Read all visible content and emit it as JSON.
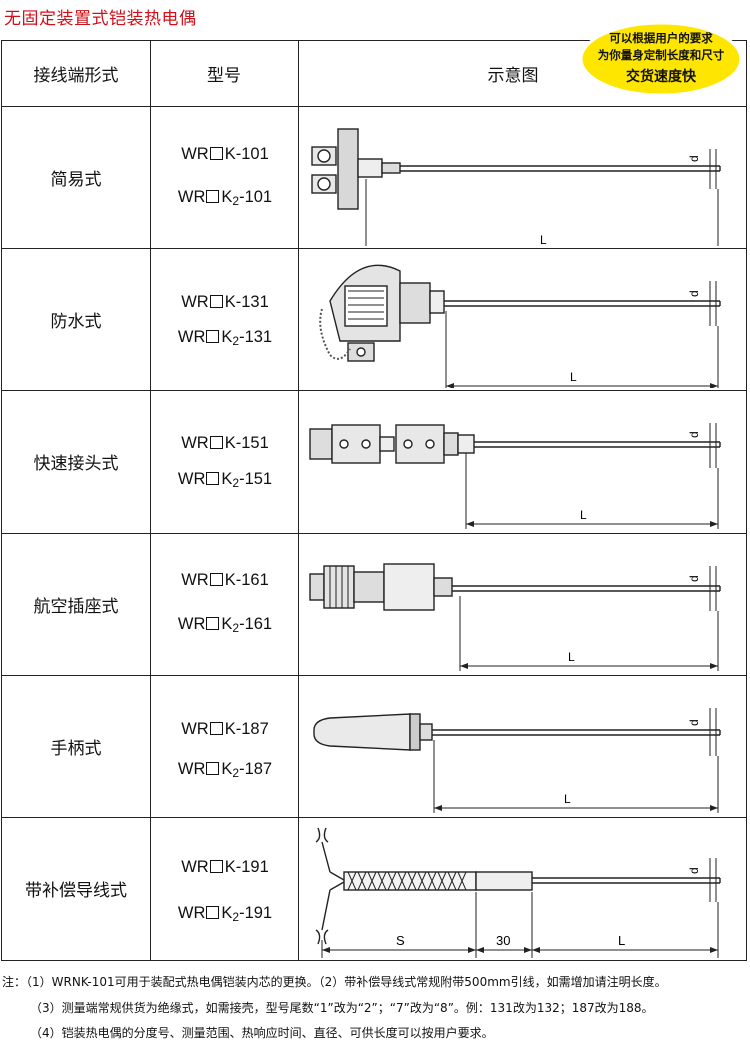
{
  "title": "无固定装置式铠装热电偶",
  "badge": {
    "line1": "可以根据用户的要求",
    "line2": "为你量身定制长度和尺寸",
    "line3": "交货速度快",
    "color": "#ffe600"
  },
  "headers": {
    "form": "接线端形式",
    "model": "型号",
    "diagram": "示意图"
  },
  "rows": [
    {
      "form": "简易式",
      "model_a": {
        "pre": "WR",
        "post": "K-101"
      },
      "model_b": {
        "pre": "WR",
        "post": "K",
        "sub": "2",
        "suffix": "-101"
      },
      "dim_d": "d",
      "dim_l": "L"
    },
    {
      "form": "防水式",
      "model_a": {
        "pre": "WR",
        "post": "K-131"
      },
      "model_b": {
        "pre": "WR",
        "post": "K",
        "sub": "2",
        "suffix": "-131"
      },
      "dim_d": "d",
      "dim_l": "L"
    },
    {
      "form": "快速接头式",
      "model_a": {
        "pre": "WR",
        "post": "K-151"
      },
      "model_b": {
        "pre": "WR",
        "post": "K",
        "sub": "2",
        "suffix": "-151"
      },
      "dim_d": "d",
      "dim_l": "L"
    },
    {
      "form": "航空插座式",
      "model_a": {
        "pre": "WR",
        "post": "K-161"
      },
      "model_b": {
        "pre": "WR",
        "post": "K",
        "sub": "2",
        "suffix": "-161"
      },
      "dim_d": "d",
      "dim_l": "L"
    },
    {
      "form": "手柄式",
      "model_a": {
        "pre": "WR",
        "post": "K-187"
      },
      "model_b": {
        "pre": "WR",
        "post": "K",
        "sub": "2",
        "suffix": "-187"
      },
      "dim_d": "d",
      "dim_l": "L"
    },
    {
      "form": "带补偿导线式",
      "model_a": {
        "pre": "WR",
        "post": "K-191"
      },
      "model_b": {
        "pre": "WR",
        "post": "K",
        "sub": "2",
        "suffix": "-191"
      },
      "dim_d": "d",
      "dim_l": "L",
      "dim_s": "S",
      "dim_30": "30"
    }
  ],
  "notes": [
    "注：（1）WRNK-101可用于装配式热电偶铠装内芯的更换。（2）带补偿导线式常规附带500mm引线，如需增加请注明长度。",
    "（3）测量端常规供货为绝缘式，如需接壳，型号尾数“1”改为“2”；“7”改为“8”。例：131改为132；187改为188。",
    "（4）铠装热电偶的分度号、测量范围、热响应时间、直径、可供长度可以按用户要求。"
  ]
}
